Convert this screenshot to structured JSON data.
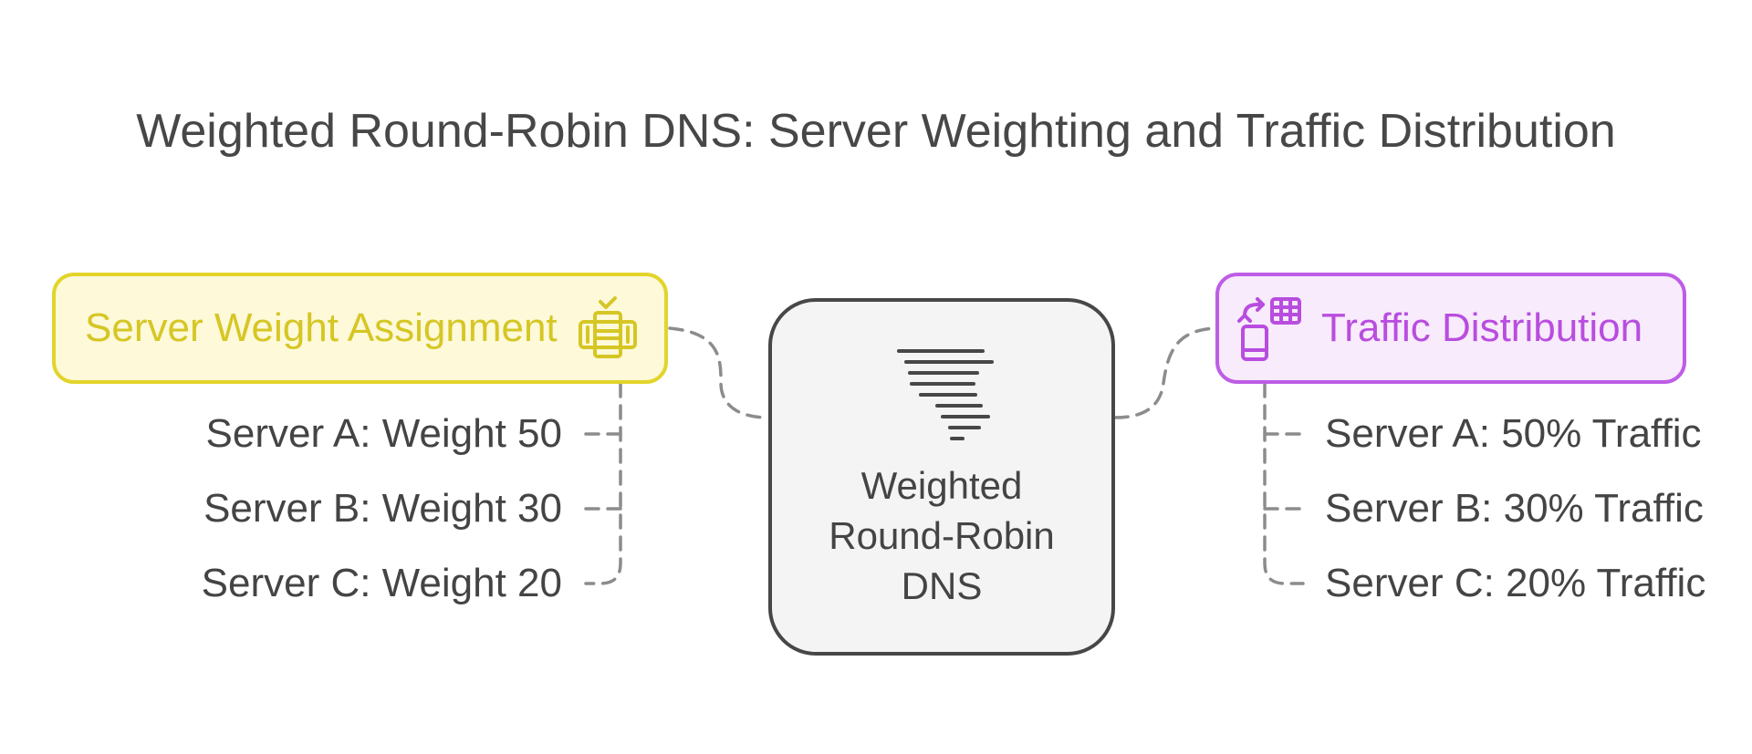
{
  "title": "Weighted Round-Robin DNS: Server Weighting and Traffic Distribution",
  "center": {
    "lines": [
      "Weighted",
      "Round-Robin",
      "DNS"
    ],
    "icon": "tornado-icon"
  },
  "left_branch": {
    "label": "Server Weight Assignment",
    "icon": "server-check-icon",
    "items": [
      "Server A: Weight 50",
      "Server B: Weight 30",
      "Server C: Weight 20"
    ]
  },
  "right_branch": {
    "label": "Traffic Distribution",
    "icon": "device-table-swap-icon",
    "items": [
      "Server A: 50% Traffic",
      "Server B: 30% Traffic",
      "Server C: 20% Traffic"
    ]
  },
  "colors": {
    "left_accent": "#e3d42a",
    "left_fill": "#fdf9d9",
    "right_accent": "#be5de5",
    "right_fill": "#f8ebfb",
    "center_border": "#474747",
    "center_fill": "#f4f4f4",
    "connector": "#8c8c8c"
  }
}
